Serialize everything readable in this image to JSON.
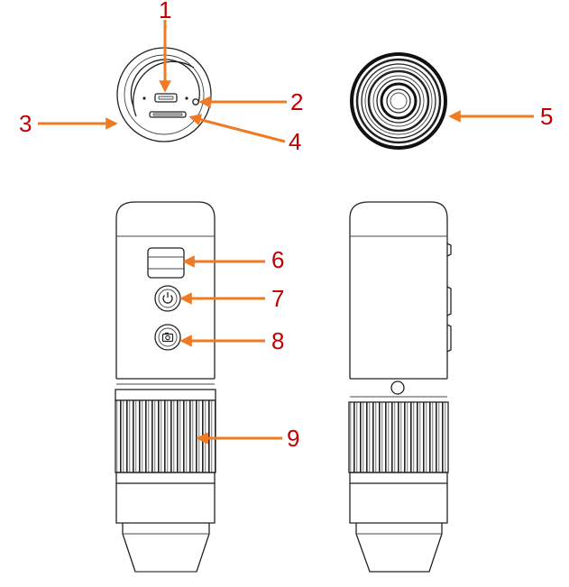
{
  "diagram": {
    "accent_color": "#f07a22",
    "label_color": "#c00000",
    "callouts": [
      {
        "id": "1",
        "text": "1"
      },
      {
        "id": "2",
        "text": "2"
      },
      {
        "id": "3",
        "text": "3"
      },
      {
        "id": "4",
        "text": "4"
      },
      {
        "id": "5",
        "text": "5"
      },
      {
        "id": "6",
        "text": "6"
      },
      {
        "id": "7",
        "text": "7"
      },
      {
        "id": "8",
        "text": "8"
      },
      {
        "id": "9",
        "text": "9"
      }
    ]
  }
}
